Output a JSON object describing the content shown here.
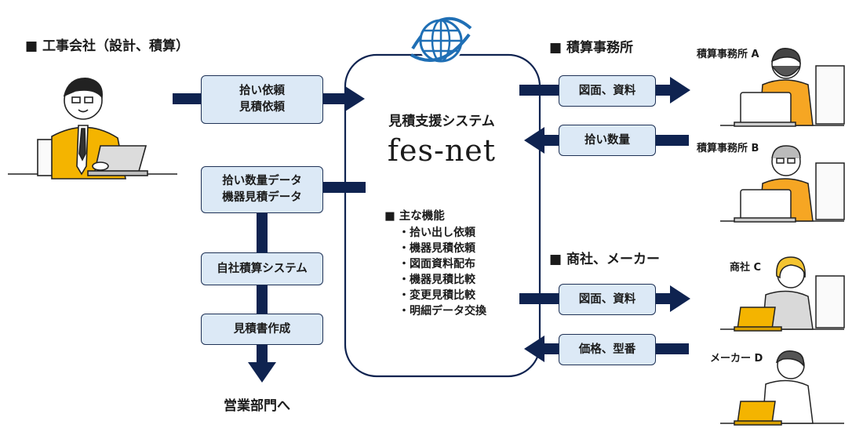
{
  "left": {
    "section_title": "■ 工事会社（設計、積算）",
    "request_box": [
      "拾い依頼",
      "見積依頼"
    ],
    "data_box": [
      "拾い数量データ",
      "機器見積データ"
    ],
    "internal_system": "自社積算システム",
    "quote_creation": "見積書作成",
    "destination": "営業部門へ"
  },
  "hub": {
    "title": "見積支援システム",
    "name": "fes-net",
    "features_heading": "■ 主な機能",
    "features": [
      "・拾い出し依頼",
      "・機器見積依頼",
      "・図面資料配布",
      "・機器見積比較",
      "・変更見積比較",
      "・明細データ交換"
    ]
  },
  "right_top": {
    "section_title": "■ 積算事務所",
    "out_box": "図面、資料",
    "in_box": "拾い数量",
    "person_a": "積算事務所 A",
    "person_b": "積算事務所 B"
  },
  "right_bottom": {
    "section_title": "■ 商社、メーカー",
    "out_box": "図面、資料",
    "in_box": "価格、型番",
    "person_c": "商社 C",
    "person_d": "メーカー D"
  },
  "colors": {
    "arrow_navy": "#0f2350",
    "box_fill": "#dce9f6",
    "jacket_gold": "#f4b400",
    "sweater_orange": "#f6a623",
    "globe_blue": "#1f6fb5"
  }
}
